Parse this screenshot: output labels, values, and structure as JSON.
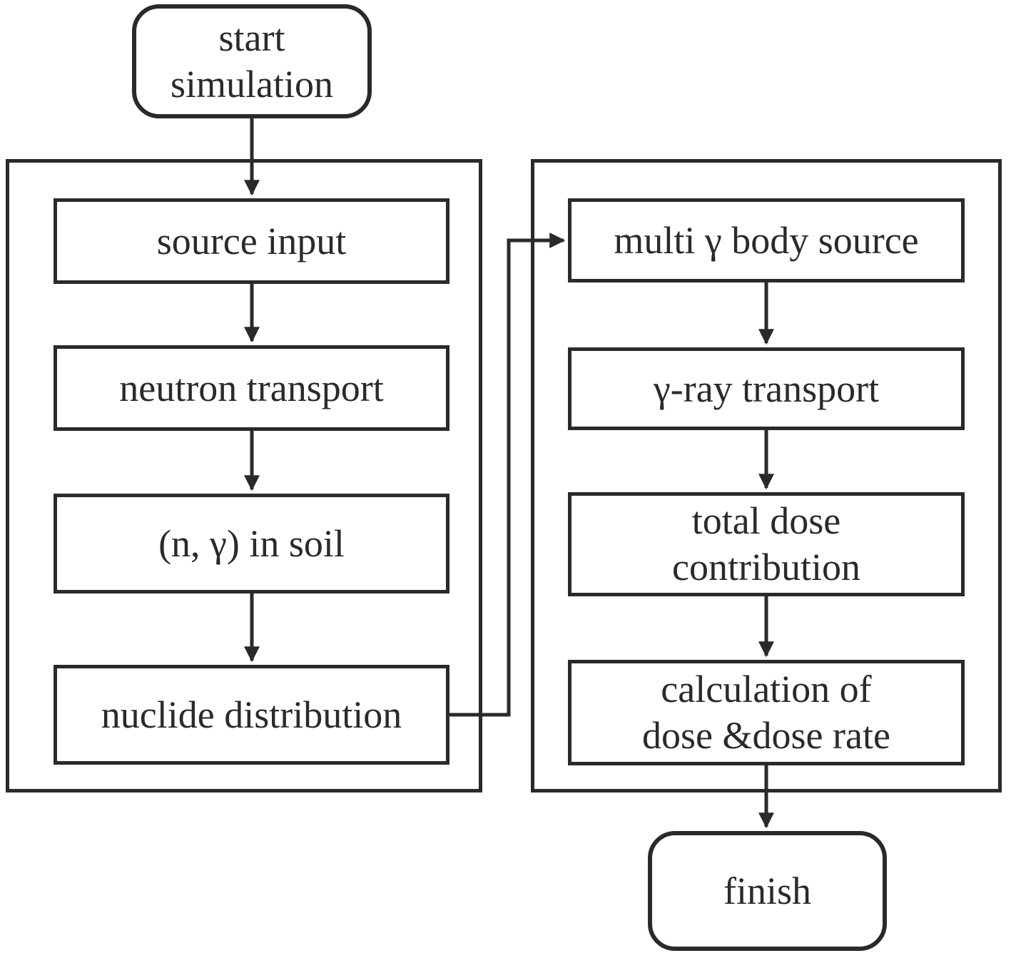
{
  "flowchart": {
    "nodes": {
      "start": {
        "label": "start\nsimulation",
        "shape": "rounded"
      },
      "source_input": {
        "label": "source input",
        "shape": "rect"
      },
      "neutron_transport": {
        "label": "neutron transport",
        "shape": "rect"
      },
      "n_gamma_in_soil": {
        "label": "(n, γ) in soil",
        "shape": "rect"
      },
      "nuclide_distribution": {
        "label": "nuclide distribution",
        "shape": "rect"
      },
      "multi_gamma_body_source": {
        "label": "multi γ body source",
        "shape": "rect"
      },
      "gamma_ray_transport": {
        "label": "γ-ray transport",
        "shape": "rect"
      },
      "total_dose_contribution": {
        "label": "total dose\ncontribution",
        "shape": "rect"
      },
      "calculation_of_dose_and_dose_rate": {
        "label": "calculation of\ndose &dose rate",
        "shape": "rect"
      },
      "finish": {
        "label": "finish",
        "shape": "rounded"
      }
    },
    "edges": [
      {
        "from": "start simulation",
        "to": "source input"
      },
      {
        "from": "source input",
        "to": "neutron transport"
      },
      {
        "from": "neutron transport",
        "to": "(n, γ) in soil"
      },
      {
        "from": "(n, γ) in soil",
        "to": "nuclide distribution"
      },
      {
        "from": "nuclide distribution",
        "to": "multi γ body source"
      },
      {
        "from": "multi γ body source",
        "to": "γ-ray transport"
      },
      {
        "from": "γ-ray transport",
        "to": "total dose contribution"
      },
      {
        "from": "total dose contribution",
        "to": "calculation of dose &dose rate"
      },
      {
        "from": "calculation of dose &dose rate",
        "to": "finish"
      }
    ],
    "colors": {
      "ink": "#2b2a2a",
      "background": "#ffffff"
    }
  }
}
